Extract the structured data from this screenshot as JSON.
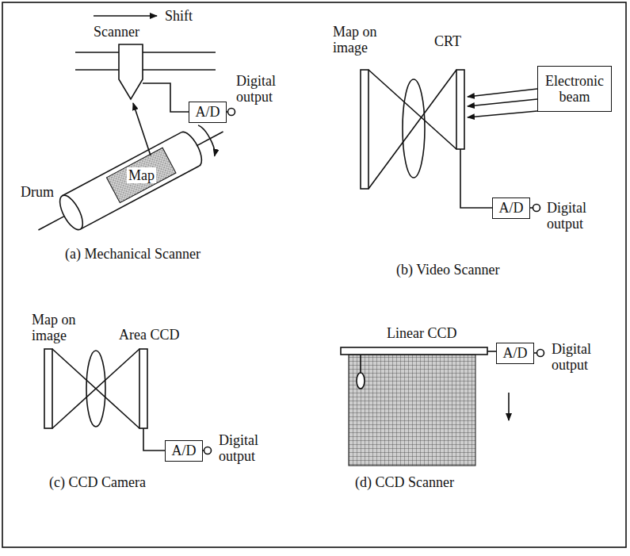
{
  "diagram": {
    "nodes": [
      {
        "text": [
          "A/D"
        ]
      },
      {
        "text": [
          "Electronic beam"
        ]
      },
      {
        "text": [
          "A/D"
        ]
      },
      {
        "text": [
          "A/D"
        ]
      },
      {
        "text": [
          "A/D"
        ]
      }
    ],
    "labels": [
      "Shift",
      "Scanner",
      "Digital output",
      "Drum",
      "Map",
      "(a) Mechanical Scanner",
      "Map on image",
      "CRT",
      "Digital output",
      "(b) Video Scanner",
      "Map on image",
      "Area CCD",
      "Digital output",
      "(c) CCD Camera",
      "Linear CCD",
      "Digital output",
      "(d) CCD Scanner"
    ]
  }
}
